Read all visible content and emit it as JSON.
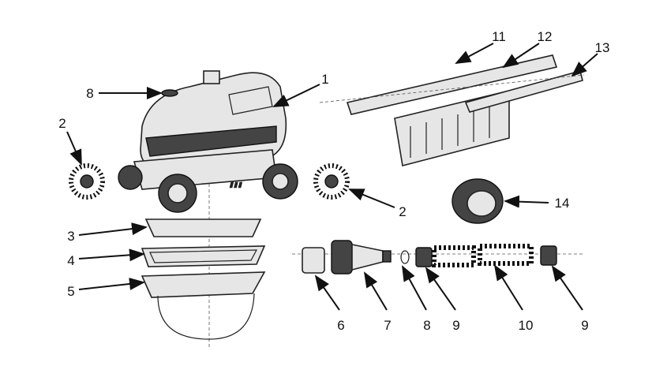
{
  "diagram": {
    "callouts": {
      "robot_body": "1",
      "brush_left": "2",
      "brush_right": "2",
      "filter_cover": "3",
      "filter_mesh": "4",
      "filter_basket": "5",
      "hose_cap": "6",
      "swivel": "7",
      "top_float": "8",
      "oring": "8",
      "hose_connector_a": "9",
      "hose_connector_b": "9",
      "hose": "10",
      "skirt_bracket_a": "11",
      "skirt_bracket_b": "12",
      "skirt_bracket_c": "13",
      "impeller": "14"
    }
  }
}
